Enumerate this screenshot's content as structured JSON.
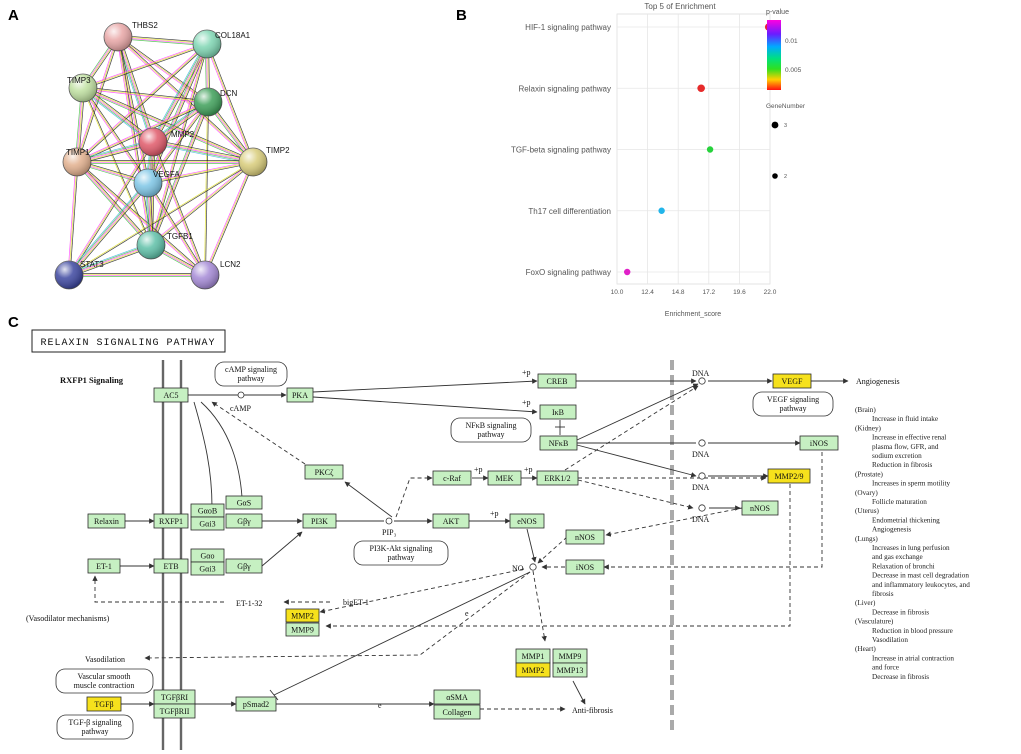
{
  "panels": {
    "a": "A",
    "b": "B",
    "c": "C"
  },
  "network": {
    "nodes": [
      {
        "id": "THBS2",
        "label": "THBS2",
        "color": "#e8a6a6"
      },
      {
        "id": "COL18A1",
        "label": "COL18A1",
        "color": "#7fd6b3"
      },
      {
        "id": "TIMP3",
        "label": "TIMP3",
        "color": "#bfe0a0"
      },
      {
        "id": "DCN",
        "label": "DCN",
        "color": "#3fa05a"
      },
      {
        "id": "MMP2",
        "label": "MMP2",
        "color": "#e05a6a"
      },
      {
        "id": "TIMP1",
        "label": "TIMP1",
        "color": "#e2b08e"
      },
      {
        "id": "TIMP2",
        "label": "TIMP2",
        "color": "#d8cc7a"
      },
      {
        "id": "VEGFA",
        "label": "VEGFA",
        "color": "#7ec6e6"
      },
      {
        "id": "TGFB1",
        "label": "TGFB1",
        "color": "#5fc0a8"
      },
      {
        "id": "STAT3",
        "label": "STAT3",
        "color": "#3d47a0"
      },
      {
        "id": "LCN2",
        "label": "LCN2",
        "color": "#a58ad6"
      }
    ]
  },
  "chart_data": {
    "type": "scatter",
    "title": "Top 5 of  Enrichment",
    "xlabel": "Enrichment_score",
    "ylabel": "",
    "xlim": [
      10.0,
      22.0
    ],
    "xticks": [
      "10.0",
      "12.4",
      "14.8",
      "17.2",
      "19.6",
      "22.0"
    ],
    "categories": [
      "HIF-1 signaling pathway",
      "Relaxin signaling pathway",
      "TGF-beta signaling pathway",
      "Th17 cell differentiation",
      "FoxO signaling pathway"
    ],
    "points": [
      {
        "term": "HIF-1 signaling pathway",
        "x": 21.9,
        "pvalue": 0.0005,
        "genes": 3,
        "color": "#e8203a"
      },
      {
        "term": "Relaxin signaling pathway",
        "x": 16.6,
        "pvalue": 0.001,
        "genes": 3,
        "color": "#e62a2a"
      },
      {
        "term": "TGF-beta signaling pathway",
        "x": 17.3,
        "pvalue": 0.005,
        "genes": 2,
        "color": "#27d23c"
      },
      {
        "term": "Th17 cell differentiation",
        "x": 13.5,
        "pvalue": 0.008,
        "genes": 2,
        "color": "#22b5ea"
      },
      {
        "term": "FoxO signaling pathway",
        "x": 10.8,
        "pvalue": 0.013,
        "genes": 2,
        "color": "#e020c8"
      }
    ],
    "legend_color": {
      "title": "p-value",
      "ticks": [
        "0.01",
        "0.005"
      ]
    },
    "legend_size": {
      "title": "GeneNumber",
      "ticks": [
        "3",
        "2"
      ]
    }
  },
  "pathway": {
    "title": "RELAXIN SIGNALING PATHWAY",
    "section": "RXFP1 Signaling",
    "boxes": {
      "AC5": "AC5",
      "PKA": "PKA",
      "CREB": "CREB",
      "IkB": "IκB",
      "NFkB": "NFκB",
      "PKCz": "PKCζ",
      "cRaf": "c-Raf",
      "MEK": "MEK",
      "ERK": "ERK1/2",
      "Relaxin": "Relaxin",
      "RXFP1": "RXFP1",
      "GaoB": "GαoB",
      "Gai3": "Gαi3",
      "GaS": "GαS",
      "Gby": "Gβγ",
      "PI3K": "PI3K",
      "AKT": "AKT",
      "eNOS": "eNOS",
      "nNOS1": "nNOS",
      "iNOS1": "iNOS",
      "nNOS2": "nNOS",
      "iNOS2": "iNOS",
      "ET1": "ET-1",
      "ETB": "ETB",
      "Gao": "Gαo",
      "Gai3b": "Gαi3",
      "Gby2": "Gβγ",
      "VEGF": "VEGF",
      "MMP29": "MMP2/9",
      "MMP2a": "MMP2",
      "MMP9a": "MMP9",
      "MMP1": "MMP1",
      "MMP9b": "MMP9",
      "MMP2b": "MMP2",
      "MMP13": "MMP13",
      "TGFb": "TGFβ",
      "TGFBRI": "TGFβRI",
      "TGFBRII": "TGFβRII",
      "pSmad2": "pSmad2",
      "aSMA": "αSMA",
      "Collagen": "Collagen"
    },
    "labels": {
      "camp_path": "cAMP signaling pathway",
      "camp": "cAMP",
      "nfkb_path": "NFκB signaling pathway",
      "pip3": "PIP₃",
      "pi3k_path": "PI3K-Akt signaling pathway",
      "vegf_path": "VEGF signaling pathway",
      "angio": "Angiogenesis",
      "dna": "DNA",
      "no": "NO",
      "et132": "ET-1-32",
      "biget": "bigET-1",
      "vasodil_mech": "(Vasodilator mechanisms)",
      "vasodilation": "Vasodilation",
      "vsmc": "Vascular smooth muscle contraction",
      "tgfb_path": "TGF-β signaling pathway",
      "antifib": "Anti-fibrosis",
      "p": "+p",
      "e": "e"
    },
    "effects": [
      {
        "organ": "(Brain)",
        "lines": [
          "Increase in fluid intake"
        ]
      },
      {
        "organ": "(Kidney)",
        "lines": [
          "Increase in effective renal",
          "plasma flow, GFR, and",
          "sodium excretion",
          "Reduction in fibrosis"
        ]
      },
      {
        "organ": "(Prostate)",
        "lines": [
          "Increases in sperm motility"
        ]
      },
      {
        "organ": "(Ovary)",
        "lines": [
          "Follicle maturation"
        ]
      },
      {
        "organ": "(Uterus)",
        "lines": [
          "Endometrial thickening",
          "Angiogenesis"
        ]
      },
      {
        "organ": "(Lungs)",
        "lines": [
          "Increases in lung perfusion",
          "and gas exchange",
          "Relaxation of bronchi",
          "Decrease in mast cell degradation",
          "and inflammatory leukocytes, and",
          "fibrosis"
        ]
      },
      {
        "organ": "(Liver)",
        "lines": [
          "Decrease in fibrosis"
        ]
      },
      {
        "organ": "(Vasculature)",
        "lines": [
          "Reduction in blood pressure",
          "Vasodilation"
        ]
      },
      {
        "organ": "(Heart)",
        "lines": [
          "Increase in atrial contraction",
          "and force",
          "Decrease in fibrosis"
        ]
      }
    ]
  }
}
